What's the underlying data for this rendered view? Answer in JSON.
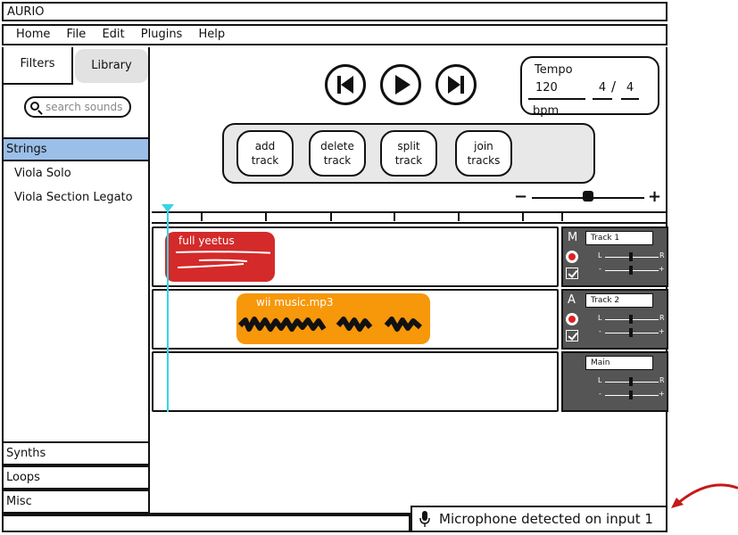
{
  "app": {
    "title": "AURIO"
  },
  "menu": [
    "Home",
    "File",
    "Edit",
    "Plugins",
    "Help"
  ],
  "sidebar": {
    "tabs": {
      "filters": "Filters",
      "library": "Library"
    },
    "search_placeholder": "search sounds",
    "selected_category": "Strings",
    "sounds": [
      "Viola Solo",
      "Viola Section Legato"
    ],
    "bottom_categories": [
      "Synths",
      "Loops",
      "Misc"
    ]
  },
  "transport": {
    "icons": [
      "skip-back-icon",
      "play-icon",
      "skip-forward-icon"
    ]
  },
  "tempo": {
    "label": "Tempo",
    "bpm_value": "120",
    "bpm_unit": "bpm",
    "time_sig_top": "4",
    "time_sig_sep": "/",
    "time_sig_bottom": "4"
  },
  "actions": [
    {
      "line1": "add",
      "line2": "track"
    },
    {
      "line1": "delete",
      "line2": "track"
    },
    {
      "line1": "split",
      "line2": "track"
    },
    {
      "line1": "join",
      "line2": "tracks"
    }
  ],
  "zoom": {
    "minus": "−",
    "plus": "+",
    "level": 0.48
  },
  "tracks": [
    {
      "letter": "M",
      "name": "Track 1",
      "clip": "full yeetus",
      "clip_color": "#d42a2a"
    },
    {
      "letter": "A",
      "name": "Track 2",
      "clip": "wii music.mp3",
      "clip_color": "#f7970a"
    },
    {
      "letter": "",
      "name": "Main",
      "clip": ""
    }
  ],
  "mixer_labels": {
    "left": "L",
    "right": "R",
    "minus": "-",
    "plus": "+"
  },
  "colors": {
    "accent": "#33d6e8",
    "selected": "#9bbfe9",
    "control_panel": "#555555"
  },
  "notification": {
    "text": "Microphone detected on input 1",
    "icon": "microphone-icon"
  }
}
